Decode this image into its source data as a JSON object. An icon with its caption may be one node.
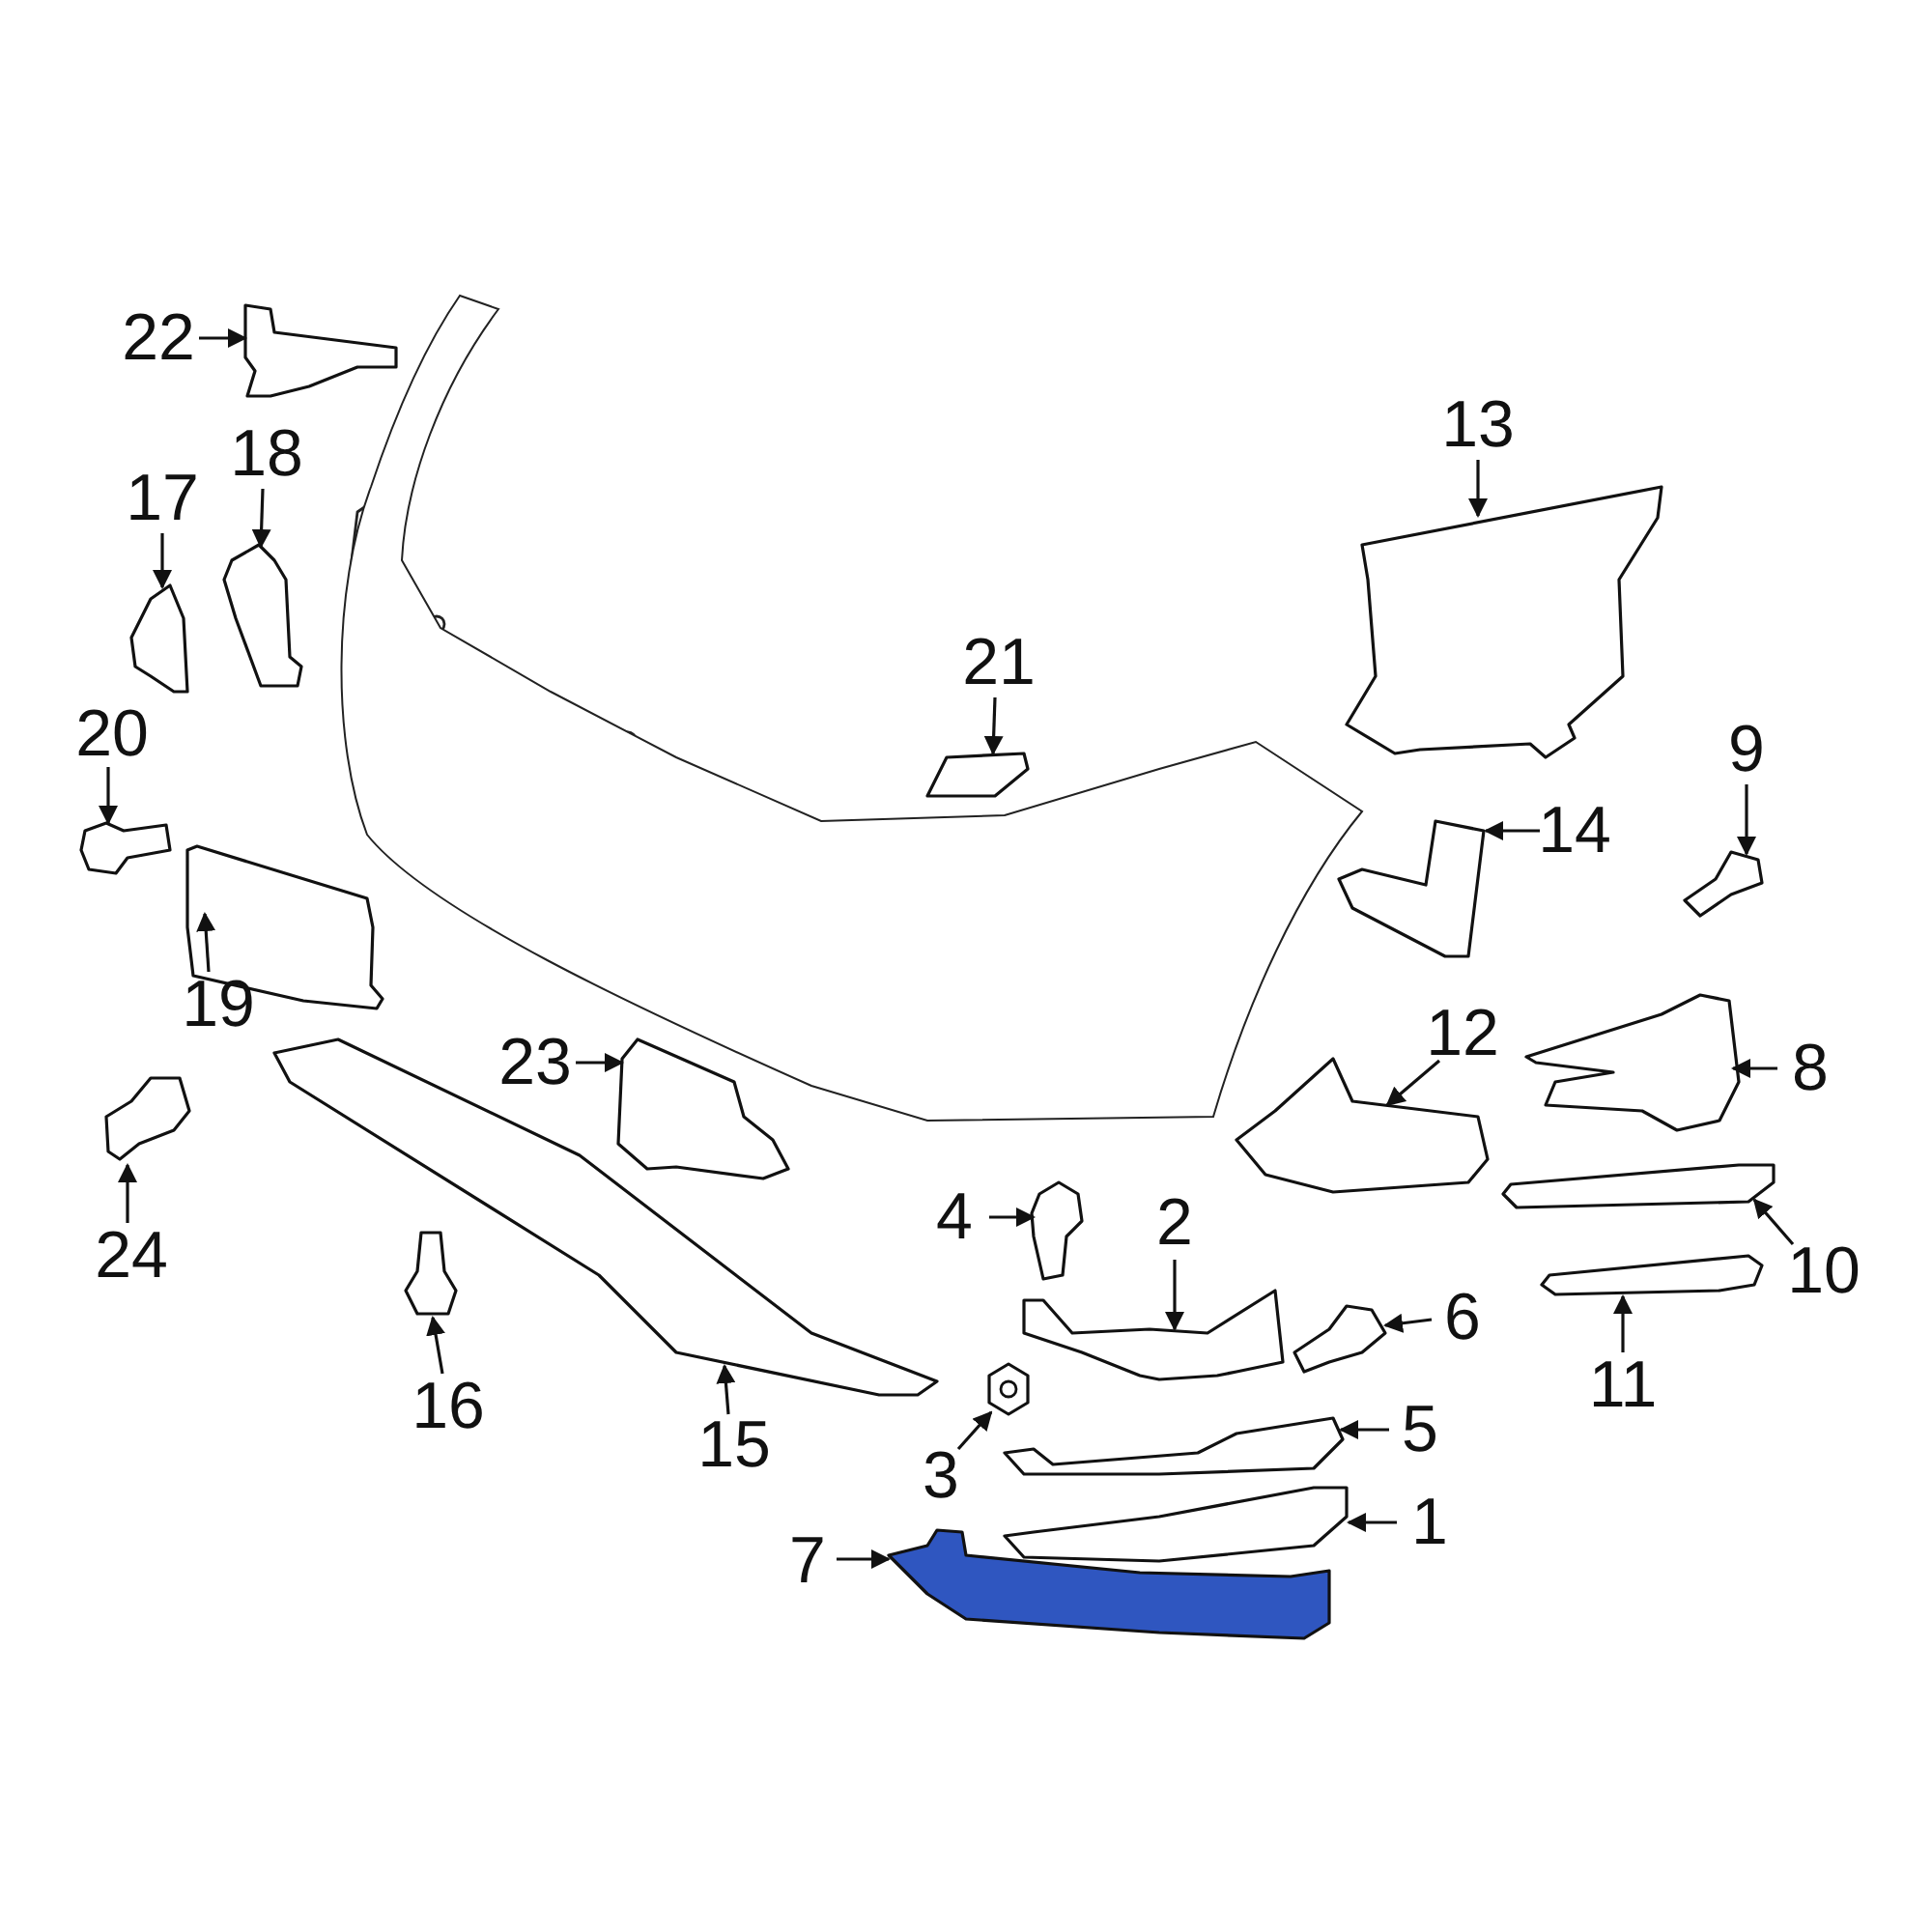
{
  "diagram": {
    "nodes": [
      {
        "text": [
          "1"
        ]
      },
      {
        "text": [
          "2"
        ]
      },
      {
        "text": [
          "3"
        ]
      },
      {
        "text": [
          "4"
        ]
      },
      {
        "text": [
          "5"
        ]
      },
      {
        "text": [
          "6"
        ]
      },
      {
        "text": [
          "7"
        ]
      },
      {
        "text": [
          "8"
        ]
      },
      {
        "text": [
          "9"
        ]
      },
      {
        "text": [
          "10"
        ]
      },
      {
        "text": [
          "11"
        ]
      },
      {
        "text": [
          "12"
        ]
      },
      {
        "text": [
          "13"
        ]
      },
      {
        "text": [
          "14"
        ]
      },
      {
        "text": [
          "15"
        ]
      },
      {
        "text": [
          "16"
        ]
      },
      {
        "text": [
          "17"
        ]
      },
      {
        "text": [
          "18"
        ]
      },
      {
        "text": [
          "19"
        ]
      },
      {
        "text": [
          "20"
        ]
      },
      {
        "text": [
          "21"
        ]
      },
      {
        "text": [
          "22"
        ]
      },
      {
        "text": [
          "23"
        ]
      },
      {
        "text": [
          "24"
        ]
      },
      {
        "text": [],
        "shape": "picture"
      },
      {
        "text": [],
        "shape": "picture"
      },
      {
        "text": [],
        "shape": "picture"
      },
      {
        "text": [],
        "shape": "picture"
      },
      {
        "text": [],
        "shape": "picture"
      },
      {
        "text": [],
        "shape": "picture"
      },
      {
        "text": [],
        "shape": "picture"
      },
      {
        "text": [],
        "shape": "picture"
      },
      {
        "text": [],
        "shape": "picture"
      },
      {
        "text": [],
        "shape": "picture"
      },
      {
        "text": [],
        "shape": "picture"
      },
      {
        "text": [],
        "shape": "picture"
      },
      {
        "text": [],
        "shape": "picture"
      },
      {
        "text": [],
        "shape": "picture"
      },
      {
        "text": [],
        "shape": "picture"
      },
      {
        "text": [],
        "shape": "picture"
      },
      {
        "text": [],
        "shape": "picture"
      },
      {
        "text": [],
        "shape": "picture"
      },
      {
        "text": [],
        "shape": "picture"
      },
      {
        "text": [],
        "shape": "picture"
      },
      {
        "text": [],
        "shape": "picture"
      },
      {
        "text": [],
        "shape": "picture"
      },
      {
        "text": [],
        "shape": "picture"
      },
      {
        "text": [],
        "shape": "picture"
      }
    ],
    "edges": [
      {
        "from": 0,
        "to": 46,
        "arrow": "to"
      },
      {
        "from": 1,
        "to": 42,
        "arrow": "to"
      },
      {
        "from": 2,
        "to": 44,
        "arrow": "to"
      },
      {
        "from": 3,
        "to": 39,
        "arrow": "to"
      },
      {
        "from": 4,
        "to": 45,
        "arrow": "to"
      },
      {
        "from": 5,
        "to": 43,
        "arrow": "to"
      },
      {
        "from": 6,
        "to": 47,
        "arrow": "to"
      },
      {
        "from": 7,
        "to": 33,
        "arrow": "to"
      },
      {
        "from": 8,
        "to": 30,
        "arrow": "to"
      },
      {
        "from": 9,
        "to": 38,
        "arrow": "to"
      },
      {
        "from": 10,
        "to": 41,
        "arrow": "to"
      },
      {
        "from": 11,
        "to": 35,
        "arrow": "to"
      },
      {
        "from": 12,
        "to": 25,
        "arrow": "to"
      },
      {
        "from": 13,
        "to": 31,
        "arrow": "to"
      },
      {
        "from": 14,
        "to": 37,
        "arrow": "to"
      },
      {
        "from": 15,
        "to": 40,
        "arrow": "to"
      },
      {
        "from": 16,
        "to": 27,
        "arrow": "to"
      },
      {
        "from": 17,
        "to": 26,
        "arrow": "to"
      },
      {
        "from": 18,
        "to": 32,
        "arrow": "to"
      },
      {
        "from": 19,
        "to": 29,
        "arrow": "to"
      },
      {
        "from": 20,
        "to": 28,
        "arrow": "to"
      },
      {
        "from": 21,
        "to": 24,
        "arrow": "to"
      },
      {
        "from": 22,
        "to": 34,
        "arrow": "to"
      },
      {
        "from": 23,
        "to": 36,
        "arrow": "to"
      }
    ]
  }
}
